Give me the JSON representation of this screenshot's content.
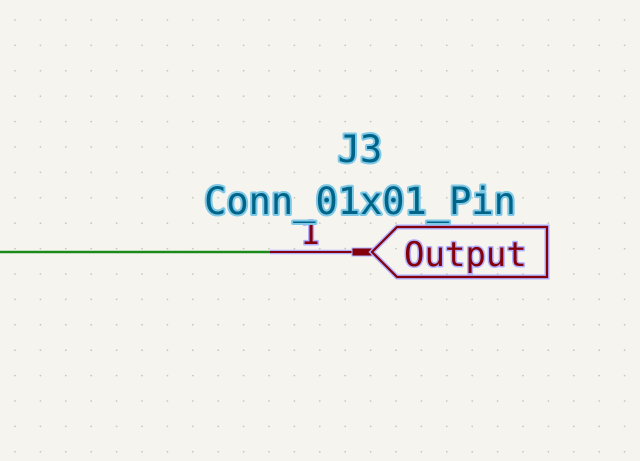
{
  "schematic": {
    "reference": "J3",
    "value": "Conn_01x01_Pin",
    "pin_number": "1",
    "global_label": "Output"
  },
  "colors": {
    "background": "#f5f4ef",
    "grid_dot": "#c8c8c0",
    "wire": "#1a8a1a",
    "pin": "#84000a",
    "field_text": "#006489",
    "field_halo": "#7fc8e6"
  }
}
